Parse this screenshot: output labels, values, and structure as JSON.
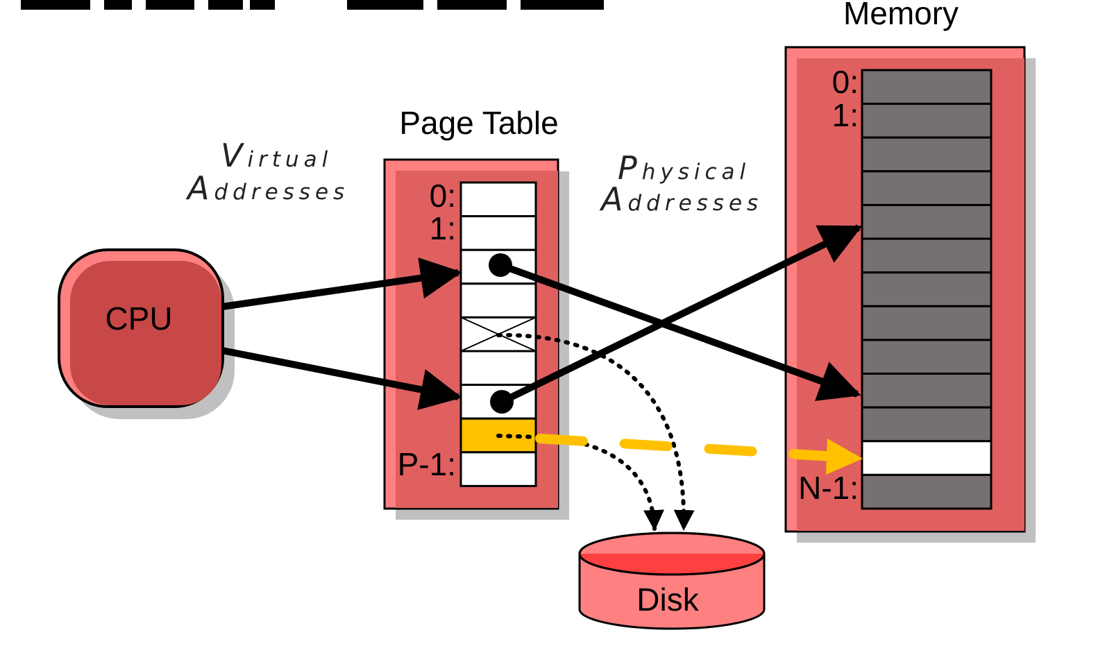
{
  "heading": {
    "partial_title": "ᐅᐃᐁᐅᐱ ᐅᐱᐁ"
  },
  "cpu": {
    "label": "CPU"
  },
  "virtual_addresses": {
    "cap1": "V",
    "rest1": "irtual",
    "cap2": "A",
    "rest2": "ddresses"
  },
  "physical_addresses": {
    "cap1": "P",
    "rest1": "hysical",
    "cap2": "A",
    "rest2": "ddresses"
  },
  "page_table": {
    "title": "Page Table",
    "index_labels": {
      "first": "0:",
      "second": "1:",
      "last": "P-1:"
    },
    "entries": [
      "",
      "",
      "pointer",
      "",
      "invalid",
      "",
      "pointer",
      "highlighted",
      ""
    ]
  },
  "memory": {
    "title": "Memory",
    "index_labels": {
      "first": "0:",
      "second": "1:",
      "last": "N-1:"
    },
    "slots": 13,
    "highlighted_slot": 11
  },
  "disk": {
    "label": "Disk"
  },
  "colors": {
    "box_fill": "#e06060",
    "box_highlight": "#ff8080",
    "shadow": "#c0c0c0",
    "memory_cell": "#767070",
    "highlight_yellow": "#ffc000",
    "disk_top": "#ff4040"
  }
}
